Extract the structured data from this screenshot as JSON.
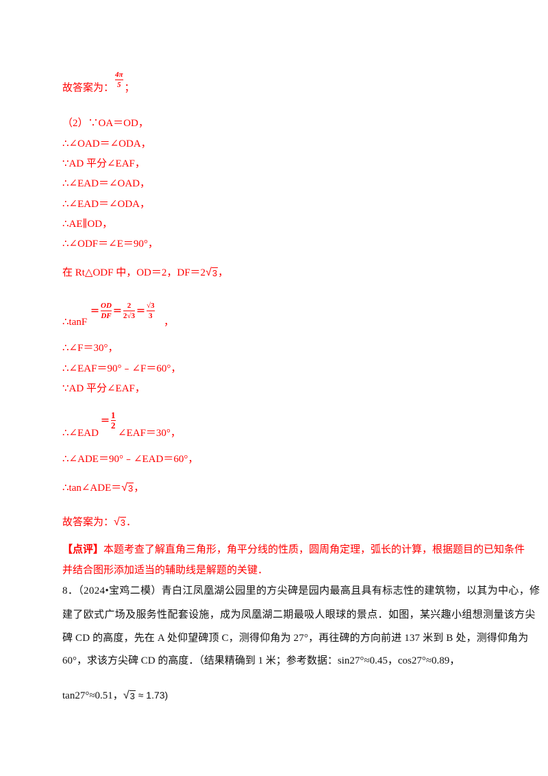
{
  "answer1": {
    "prefix": "故答案为：",
    "num": "4π",
    "den": "5",
    "suffix": "；"
  },
  "proof": [
    "（2）∵OA＝OD，",
    "∴∠OAD＝∠ODA，",
    "∵AD 平分∠EAF，",
    "∴∠EAD＝∠OAD，",
    "∴∠EAD＝∠ODA，",
    "∴AE∥OD，",
    "∴∠ODF＝∠E＝90°，"
  ],
  "rt_line": {
    "text": "在 Rt△ODF 中，OD＝2，DF＝2",
    "sqrt": "3",
    "end": "，"
  },
  "tan_line": {
    "prefix": "∴tanF",
    "eq": "＝",
    "f1_num": "OD",
    "f1_den": "DF",
    "f2_num": "2",
    "f2_den": "2√3",
    "f3_num": "√3",
    "f3_den": "3",
    "end": "，"
  },
  "steps2": [
    "∴∠F＝30°，",
    "∴∠EAF＝90°﹣∠F＝60°，",
    "∵AD 平分∠EAF，"
  ],
  "ead_line": {
    "prefix": "∴∠EAD",
    "eq": "＝",
    "num": "1",
    "den": "2",
    "suffix": "∠EAF＝30°，"
  },
  "ade_line": "∴∠ADE＝90°﹣∠EAD＝60°，",
  "tan_ade": {
    "prefix": "∴tan∠ADE＝",
    "sqrt": "3",
    "end": "，"
  },
  "answer2": {
    "prefix": "故答案为：",
    "sqrt": "3",
    "end": "．"
  },
  "comment": {
    "tag": "【点评】",
    "line1": "本题考查了解直角三角形，角平分线的性质，圆周角定理，弧长的计算，根据题目的已知条件",
    "line2": "并结合图形添加适当的辅助线是解题的关键．"
  },
  "problem8": {
    "line1": "8．（2024•宝鸡二模）青白江凤凰湖公园里的方尖碑是园内最高且具有标志性的建筑物，以其为中心，修",
    "line2": "建了欧式广场及服务性配套设施，成为凤凰湖二期最吸人眼球的景点．如图，某兴趣小组想测量该方尖",
    "line3": "碑 CD 的高度，先在 A 处仰望碑顶 C，测得仰角为 27°，再往碑的方向前进 137 米到 B 处，测得仰角为",
    "line4": "60°，求该方尖碑 CD 的高度．（结果精确到 1 米；参考数据：sin27°≈0.45，cos27°≈0.89，",
    "line5_prefix": "tan27°≈0.51，",
    "line5_sqrt": "3",
    "line5_end": " ≈ 1.73)"
  }
}
